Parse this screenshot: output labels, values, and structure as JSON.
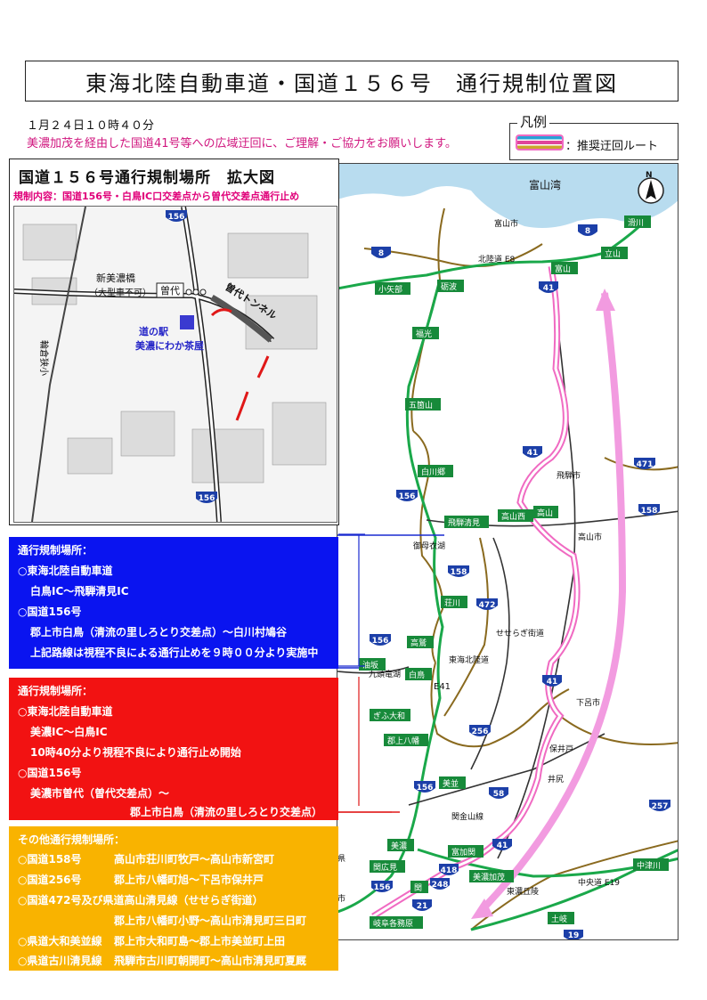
{
  "title": "東海北陸自動車道・国道１５６号　通行規制位置図",
  "timestamp": "１月２４日１０時４０分",
  "notice": "美濃加茂を経由した国道41号等への広域迂回に、ご理解・ご協力をお願いします。",
  "legend": {
    "title": "凡例",
    "label": "：推奨迂回ルート"
  },
  "inset": {
    "title": "国道１５６号通行規制場所　拡大図",
    "subtitle": "規制内容：国道156号・白鳥IC口交差点から曽代交差点通行止め",
    "labels": {
      "route156_top": "156",
      "route156_bottom": "156",
      "bridge": "新美濃橋",
      "bridge_note": "（大型車不可）",
      "intersection": "曽代",
      "tunnel": "曽代トンネル",
      "michinoeki": "道の駅",
      "michinoeki_name": "美濃にわか茶屋",
      "river": "輪倉狭小"
    }
  },
  "panel_blue": {
    "heading": "通行規制場所：",
    "lines": [
      "○東海北陸自動車道",
      "白鳥IC～飛騨清見IC",
      "○国道156号",
      "郡上市白鳥（清流の里しろとり交差点）～白川村鳩谷",
      "上記路線は視程不良による通行止めを９時００分より実施中"
    ]
  },
  "panel_red": {
    "heading": "通行規制場所：",
    "lines": [
      "○東海北陸自動車道",
      "美濃IC～白鳥IC",
      "10時40分より視程不良により通行止め開始",
      "○国道156号",
      "美濃市曽代（曽代交差点）～",
      "郡上市白鳥（清流の里しろとり交差点）"
    ]
  },
  "panel_orange": {
    "heading": "その他通行規制場所：",
    "rows": [
      {
        "route": "○国道158号",
        "section": "高山市荘川町牧戸～高山市新宮町"
      },
      {
        "route": "○国道256号",
        "section": "郡上市八幡町旭～下呂市保井戸"
      },
      {
        "route": "○国道472号及び県道高山清見線（せせらぎ街道）",
        "section": ""
      },
      {
        "route": "",
        "section": "郡上市八幡町小野～高山市清見町三日町"
      },
      {
        "route": "○県道大和美並線",
        "section": "郡上市大和町島～郡上市美並町上田"
      },
      {
        "route": "○県道古川清見線",
        "section": "飛騨市古川町朝開町～高山市清見町夏厩"
      }
    ]
  },
  "map": {
    "bay": "富山湾",
    "north": "N",
    "places": {
      "namerikawa": "滑川",
      "toyama_ic": "富山",
      "toyama_city": "富山市",
      "tateyama": "立山",
      "hokuriku": "北陸道 E8",
      "oyabe": "小矢部",
      "tonami": "砺波",
      "fukumitsu": "福光",
      "gokayama": "五箇山",
      "shirakawago": "白川郷",
      "hida_city": "飛騨市",
      "hida_kiyomi": "飛騨清見",
      "takayama_nishi": "高山西",
      "takayama_ic": "高山",
      "takayama_city": "高山市",
      "miboro": "御母衣湖",
      "shokawa": "荘川",
      "takasu": "高鷲",
      "tokai_hokuriku": "東海北陸道",
      "e41": "E41",
      "seseragi": "せせらぎ街道",
      "aburazaka": "油坂",
      "shirotori": "白鳥",
      "kuzuryu": "九頭竜湖",
      "gifu_yamato": "ぎふ大和",
      "gujo_hachiman": "郡上八幡",
      "hoido": "保井戸",
      "gero_city": "下呂市",
      "ijiri": "井尻",
      "minami": "美並",
      "sekiharashi": "関金山線",
      "mino": "美濃",
      "tomika": "富加関",
      "sekihiromi": "関広見",
      "seki": "関",
      "minokamo": "美濃加茂",
      "gifu_kakamigahara": "岐阜各務原",
      "nakatsugawa": "中津川",
      "toki": "土岐",
      "chuo": "中央道 E19",
      "tono": "東濃丘陵",
      "ken": "県",
      "shi": "市"
    },
    "shields": {
      "r8a": "8",
      "r8b": "8",
      "r41a": "41",
      "r41b": "41",
      "r41c": "41",
      "r41d": "41",
      "r471": "471",
      "r158a": "158",
      "r158b": "158",
      "r156a": "156",
      "r156b": "156",
      "r156c": "156",
      "r156d": "156",
      "r472": "472",
      "r256": "256",
      "r58": "58",
      "r257": "257",
      "r418": "418",
      "r248": "248",
      "r21": "21",
      "r19": "19"
    }
  }
}
